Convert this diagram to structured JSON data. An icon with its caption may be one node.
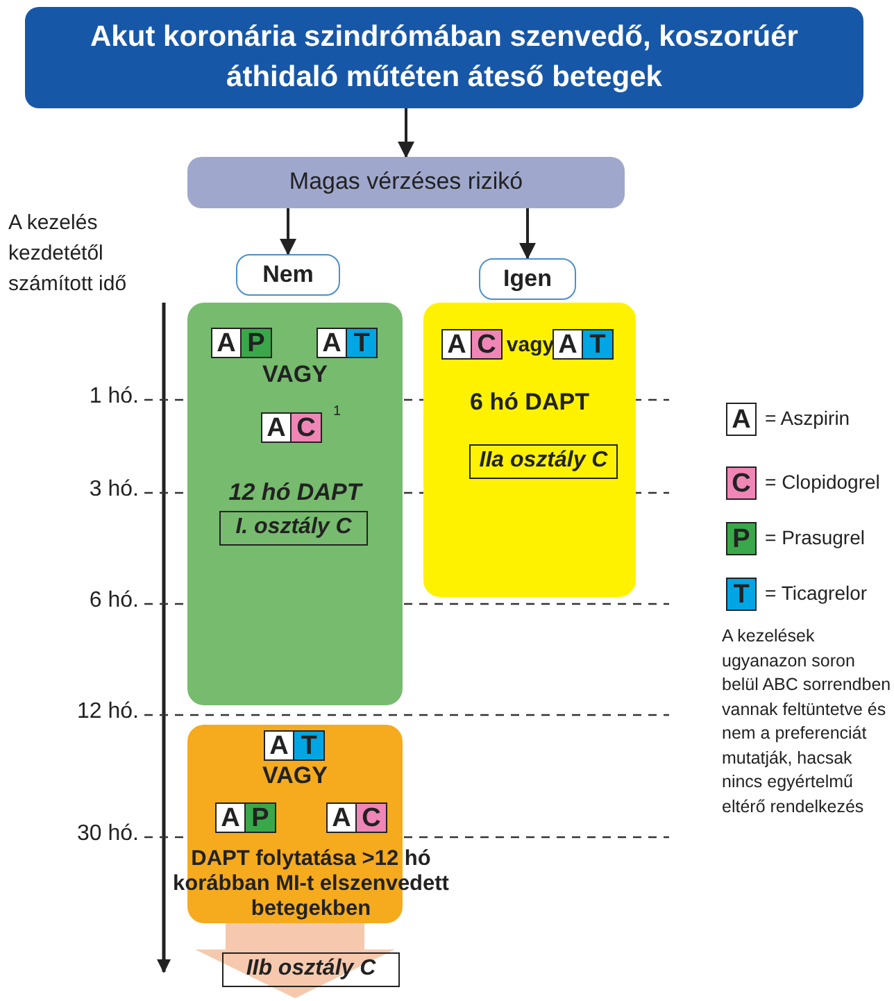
{
  "diagram": {
    "nodes": [
      {
        "text": [
          "Akut koronária szindrómában szenvedő, koszorúér áthidaló műtéten áteső betegek"
        ]
      },
      {
        "text": [
          "Magas vérzéses rizikó"
        ]
      },
      {
        "text": [
          "Nem"
        ]
      },
      {
        "text": [
          "Igen"
        ]
      },
      {
        "text": [
          "VAGY",
          "12 hó DAPT"
        ]
      },
      {
        "text": [
          "A",
          "P"
        ],
        "in": 4
      },
      {
        "text": [
          "A",
          "T"
        ],
        "in": 4
      },
      {
        "text": [
          "A",
          "C"
        ],
        "in": 4,
        "beside": [
          "1"
        ]
      },
      {
        "text": [
          "I. osztály C"
        ],
        "in": 4
      },
      {
        "text": [
          "vagy",
          "6 hó DAPT"
        ]
      },
      {
        "text": [
          "A",
          "C"
        ],
        "in": 9
      },
      {
        "text": [
          "A",
          "T"
        ],
        "in": 9
      },
      {
        "text": [
          "IIa osztály C"
        ],
        "in": 9
      },
      {
        "text": [
          "VAGY",
          "DAPT folytatása >12 hó korábban MI-t elszenvedett betegekben"
        ]
      },
      {
        "text": [
          "A",
          "T"
        ],
        "in": 13
      },
      {
        "text": [
          "A",
          "P"
        ],
        "in": 13
      },
      {
        "text": [
          "A",
          "C"
        ],
        "in": 13
      },
      {
        "text": [
          "IIb osztály C"
        ]
      },
      {
        "text": [
          "A"
        ],
        "beside": [
          "= Aszpirin"
        ]
      },
      {
        "text": [
          "C"
        ],
        "beside": [
          "= Clopidogrel"
        ]
      },
      {
        "text": [
          "P"
        ],
        "beside": [
          "= Prasugrel"
        ]
      },
      {
        "text": [
          "T"
        ],
        "beside": [
          "= Ticagrelor"
        ]
      }
    ],
    "edges": [
      {
        "from": 0,
        "to": 1,
        "arrow": "to"
      },
      {
        "from": 1,
        "to": 2,
        "arrow": "to"
      },
      {
        "from": 1,
        "to": 3,
        "arrow": "to"
      },
      {
        "from": 13,
        "to": null,
        "arrow": "to",
        "style": "thick",
        "color": "#f6c9ae"
      }
    ],
    "labels": [
      "A kezelés kezdetétől számított idő",
      "1 hó.",
      "3 hó.",
      "6 hó.",
      "12 hó.",
      "30 hó.",
      "A kezelések ugyanazon soron belül ABC sorrendben vannak feltüntetve és nem a preferenciát mutatják, hacsak nincs egyértelmű eltérő rendelkezés"
    ]
  }
}
